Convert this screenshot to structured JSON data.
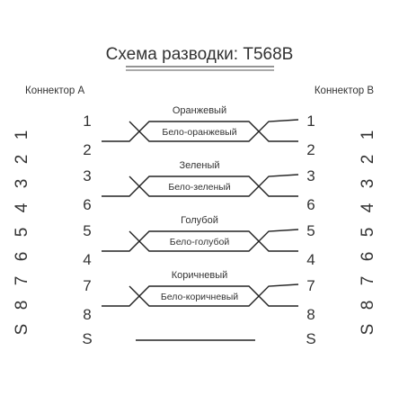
{
  "title": "Схема разводки: T568B",
  "connectors": {
    "a": "Коннектор A",
    "b": "Коннектор B"
  },
  "vertical_code": [
    "1",
    "2",
    "3",
    "4",
    "5",
    "6",
    "7",
    "8",
    "S"
  ],
  "pairs": [
    {
      "solid": "Оранжевый",
      "white": "Бело-оранжевый",
      "pins_left": [
        "1",
        "2"
      ],
      "pins_right": [
        "1",
        "2"
      ]
    },
    {
      "solid": "Зеленый",
      "white": "Бело-зеленый",
      "pins_left": [
        "3",
        "6"
      ],
      "pins_right": [
        "3",
        "6"
      ]
    },
    {
      "solid": "Голубой",
      "white": "Бело-голубой",
      "pins_left": [
        "5",
        "4"
      ],
      "pins_right": [
        "5",
        "4"
      ]
    },
    {
      "solid": "Коричневый",
      "white": "Бело-коричневый",
      "pins_left": [
        "7",
        "8"
      ],
      "pins_right": [
        "7",
        "8"
      ]
    }
  ],
  "shield": {
    "left_pin": "S",
    "right_pin": "S"
  }
}
